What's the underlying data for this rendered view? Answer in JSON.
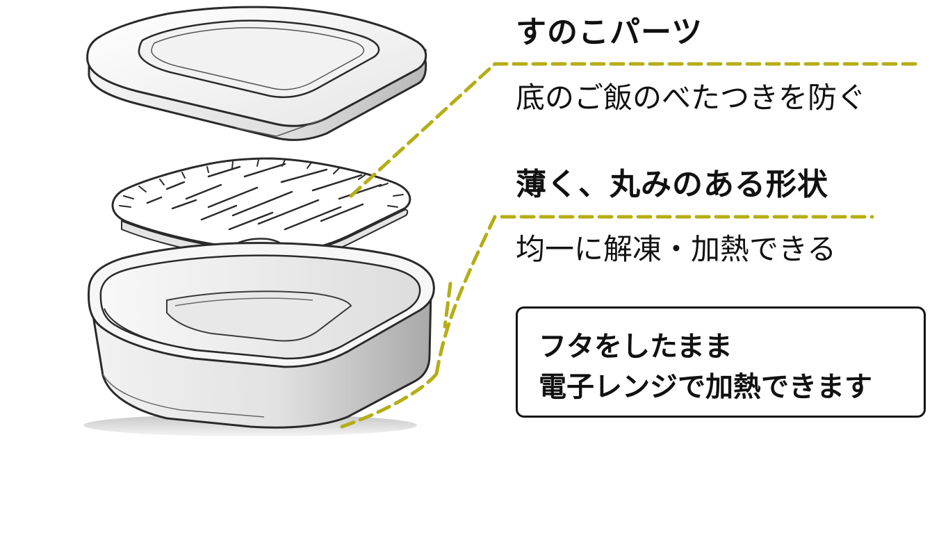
{
  "callouts": [
    {
      "heading": "すのこパーツ",
      "description": "底のご飯のべたつきを防ぐ"
    },
    {
      "heading": "薄く、丸みのある形状",
      "description": "均一に解凍・加熱できる"
    }
  ],
  "note": {
    "line1": "フタをしたまま",
    "line2": "電子レンジで加熱できます"
  },
  "colors": {
    "leader_line": "#b5ad16",
    "outline": "#2a2a2a",
    "text": "#111111"
  }
}
